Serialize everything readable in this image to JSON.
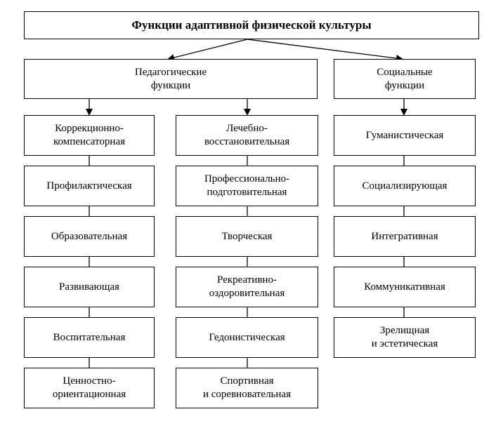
{
  "title": "Функции адаптивной физической культуры",
  "pedagogical": {
    "label": "Педагогические\nфункции",
    "columns": [
      {
        "items": [
          "Коррекционно-\nкомпенсаторная",
          "Профилактическая",
          "Образовательная",
          "Развивающая",
          "Воспитательная",
          "Ценностно-\nориентационная"
        ]
      },
      {
        "items": [
          "Лечебно-\nвосстановительная",
          "Профессионально-\nподготовительная",
          "Творческая",
          "Рекреативно-\nоздоровительная",
          "Гедонистическая",
          "Спортивная\nи соревновательная"
        ]
      }
    ]
  },
  "social": {
    "label": "Социальные\nфункции",
    "items": [
      "Гуманистическая",
      "Социализирующая",
      "Интегративная",
      "Коммуникативная",
      "Зрелищная\nи эстетическая"
    ]
  }
}
